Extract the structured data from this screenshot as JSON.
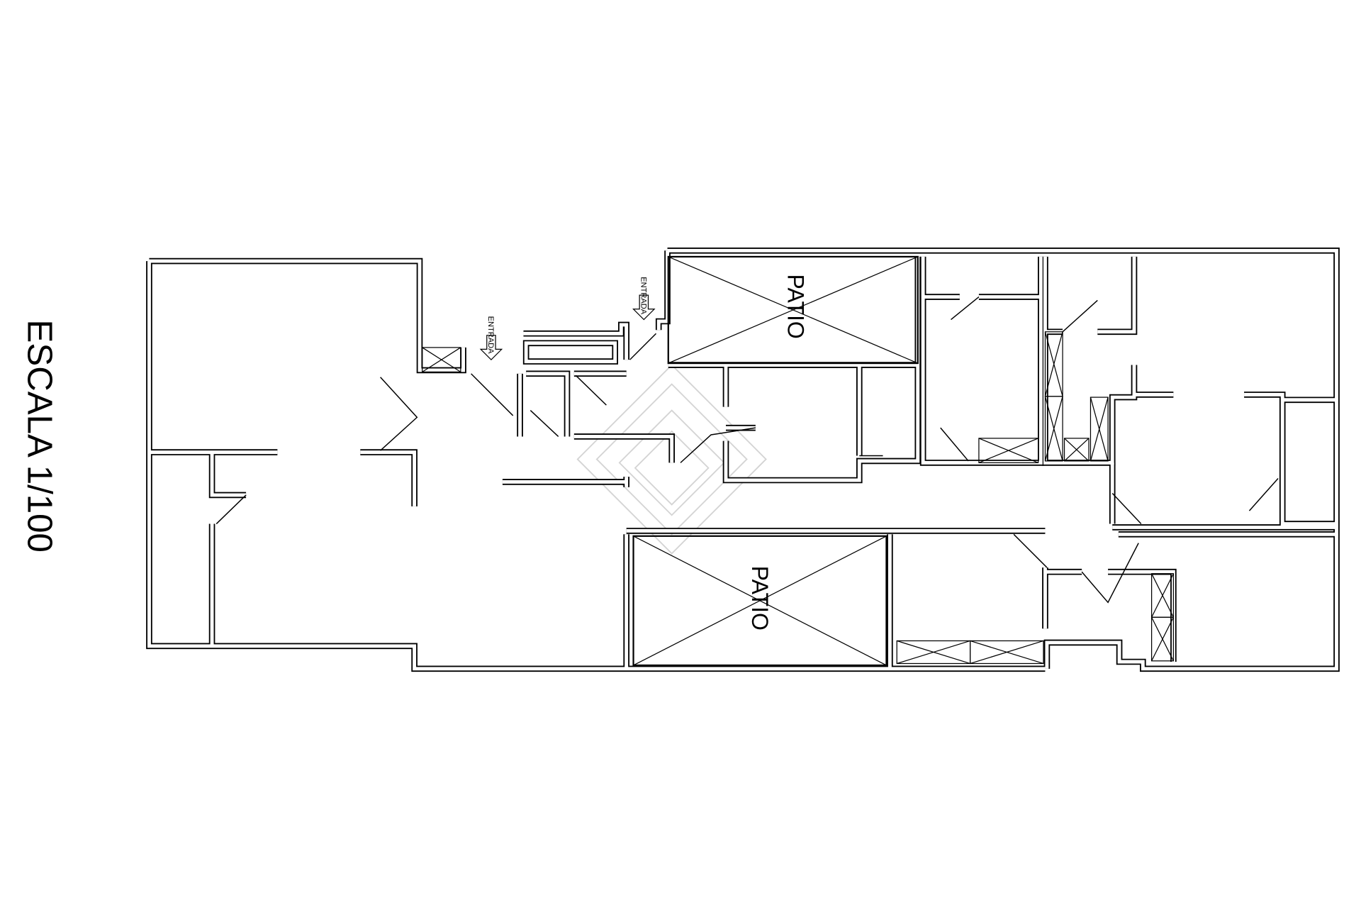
{
  "scale_label": "ESCALA 1/100",
  "rooms": {
    "patio_top": "PATIO",
    "patio_bottom": "PATIO"
  },
  "entrances": [
    "ENTRADA",
    "ENTRADA"
  ],
  "colors": {
    "line": "#000000",
    "background": "#ffffff",
    "watermark": "#d0d0d0"
  }
}
